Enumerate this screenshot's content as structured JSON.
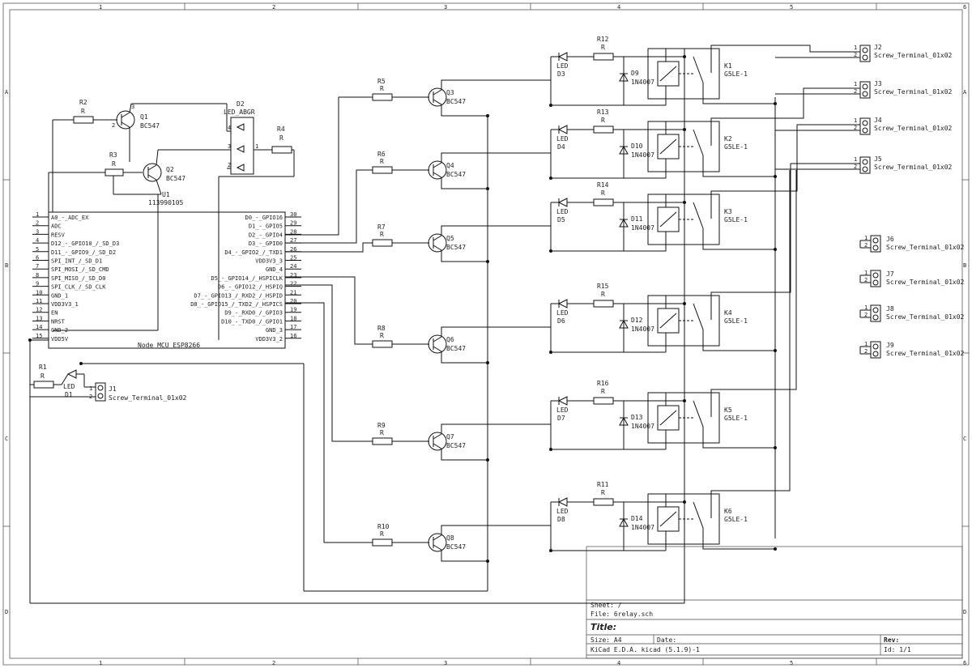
{
  "frame": {
    "col_labels": [
      "1",
      "2",
      "3",
      "4",
      "5",
      "6"
    ],
    "row_labels": [
      "A",
      "B",
      "C",
      "D"
    ]
  },
  "esp": {
    "name": "Node MCU  ESP8266",
    "ref": "U1",
    "value": "113990105",
    "left_pins": [
      {
        "n": "1",
        "label": "A0_-_ADC_EX"
      },
      {
        "n": "2",
        "label": "ADC"
      },
      {
        "n": "3",
        "label": "RESV"
      },
      {
        "n": "4",
        "label": "D12_-_GPIO10_/_SD_D3"
      },
      {
        "n": "5",
        "label": "D11_-_GPIO9_/_SD_D2"
      },
      {
        "n": "6",
        "label": "SPI_INT_/_SD_D1"
      },
      {
        "n": "7",
        "label": "SPI_MOSI_/_SD_CMD"
      },
      {
        "n": "8",
        "label": "SPI_MISO_/_SD_D0"
      },
      {
        "n": "9",
        "label": "SPI_CLK_/_SD_CLK"
      },
      {
        "n": "10",
        "label": "GND_1"
      },
      {
        "n": "11",
        "label": "VDD3V3_1"
      },
      {
        "n": "12",
        "label": "EN"
      },
      {
        "n": "13",
        "label": "NRST"
      },
      {
        "n": "14",
        "label": "GND_2"
      },
      {
        "n": "15",
        "label": "VDD5V"
      }
    ],
    "right_pins": [
      {
        "n": "30",
        "label": "D0_-_GPIO16"
      },
      {
        "n": "29",
        "label": "D1_-_GPIO5"
      },
      {
        "n": "28",
        "label": "D2_-_GPIO4"
      },
      {
        "n": "27",
        "label": "D3_-_GPIO0"
      },
      {
        "n": "26",
        "label": "D4_-_GPIO2_/_TXD1"
      },
      {
        "n": "25",
        "label": "VDD3V3_3"
      },
      {
        "n": "24",
        "label": "GND_4"
      },
      {
        "n": "23",
        "label": "D5_-_GPIO14_/_HSPICLK"
      },
      {
        "n": "22",
        "label": "D6_-_GPIO12_/_HSPIQ"
      },
      {
        "n": "21",
        "label": "D7_-_GPIO13_/_RXD2_/_HSPID"
      },
      {
        "n": "20",
        "label": "D8_-_GPIO15_/_TXD2_/_HSPICS"
      },
      {
        "n": "19",
        "label": "D9_-_RXD0_/_GPIO3"
      },
      {
        "n": "18",
        "label": "D10_-_TXD0_/_GPIO1"
      },
      {
        "n": "17",
        "label": "GND_3"
      },
      {
        "n": "16",
        "label": "VDD3V3_2"
      }
    ]
  },
  "top_left": {
    "r2": {
      "ref": "R2",
      "val": "R"
    },
    "r3": {
      "ref": "R3",
      "val": "R"
    },
    "r4": {
      "ref": "R4",
      "val": "R"
    },
    "q1": {
      "ref": "Q1",
      "val": "BC547"
    },
    "q2": {
      "ref": "Q2",
      "val": "BC547"
    },
    "d2": {
      "ref": "D2",
      "val": "LED_ABGR"
    },
    "d2_pins": [
      "4",
      "3",
      "2",
      "1"
    ]
  },
  "power": {
    "r1": {
      "ref": "R1",
      "val": "R"
    },
    "d1": {
      "ref": "D1",
      "val": "LED"
    },
    "j1": {
      "ref": "J1",
      "val": "Screw_Terminal_01x02"
    }
  },
  "channels": [
    {
      "r_base": "R5",
      "q": "Q3",
      "r_led": "R12",
      "led": "D3",
      "diode": "D9",
      "relay": "K1",
      "j": "J2"
    },
    {
      "r_base": "R6",
      "q": "Q4",
      "r_led": "R13",
      "led": "D4",
      "diode": "D10",
      "relay": "K2",
      "j": "J3"
    },
    {
      "r_base": "R7",
      "q": "Q5",
      "r_led": "R14",
      "led": "D5",
      "diode": "D11",
      "relay": "K3",
      "j": "J4"
    },
    {
      "r_base": "R8",
      "q": "Q6",
      "r_led": "R15",
      "led": "D6",
      "diode": "D12",
      "relay": "K4",
      "j": "J5"
    },
    {
      "r_base": "R9",
      "q": "Q7",
      "r_led": "R16",
      "led": "D7",
      "diode": "D13",
      "relay": "K5",
      "j": ""
    },
    {
      "r_base": "R10",
      "q": "Q8",
      "r_led": "R11",
      "led": "D8",
      "diode": "D14",
      "relay": "K6",
      "j": ""
    }
  ],
  "common": {
    "r_val": "R",
    "q_val": "BC547",
    "led_val": "LED",
    "diode_val": "1N4007",
    "relay_val": "G5LE-1",
    "term_val": "Screw_Terminal_01x02"
  },
  "extra_terminals": [
    "J6",
    "J7",
    "J8",
    "J9"
  ],
  "title_block": {
    "sheet": "Sheet: /",
    "file": "File: 6relay.sch",
    "title": "Title:",
    "size": "Size: A4",
    "date": "Date:",
    "rev": "Rev:",
    "tool": "KiCad E.D.A.  kicad (5.1.9)-1",
    "id": "Id: 1/1"
  }
}
